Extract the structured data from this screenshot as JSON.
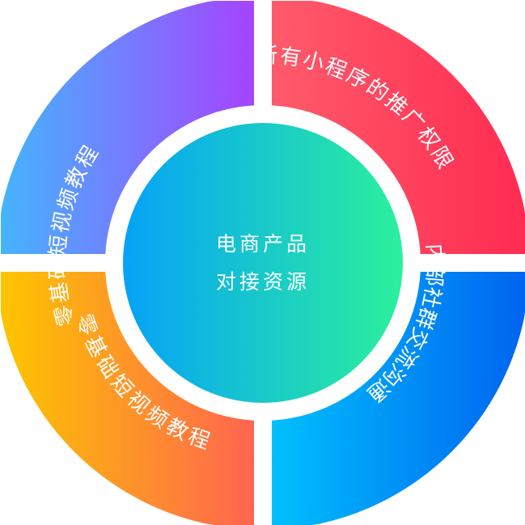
{
  "center": {
    "line1": "电商产品",
    "line2": "对接资源",
    "gradient": [
      "#05a2f7",
      "#2cf09c"
    ]
  },
  "segments": [
    {
      "id": "top-left",
      "label": "零基础短视频教程",
      "gradient": [
        "#45b4fd",
        "#a544fe"
      ]
    },
    {
      "id": "top-right",
      "label": "所有小程序的推广权限",
      "gradient": [
        "#ff5b6b",
        "#ff2c51"
      ]
    },
    {
      "id": "bottom-right",
      "label": "内部社群交流沟通",
      "gradient": [
        "#00c0fd",
        "#0064ef"
      ]
    },
    {
      "id": "bottom-left",
      "label": "零基础短视频教程",
      "gradient": [
        "#fec500",
        "#ff6550"
      ]
    }
  ]
}
